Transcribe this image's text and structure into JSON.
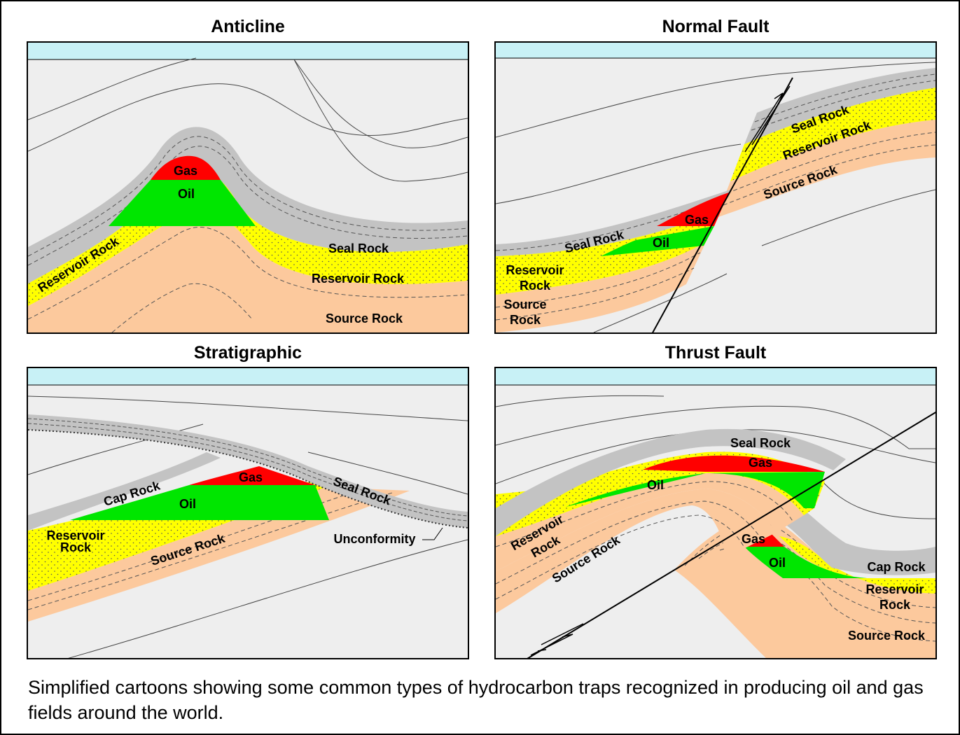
{
  "colors": {
    "water": "#c8f1f6",
    "background": "#eeeeee",
    "seal": "#c3c3c3",
    "reservoir": "#ffff00",
    "source": "#fcc99d",
    "gas": "#ff0000",
    "oil": "#00e600"
  },
  "panels": {
    "anticline": {
      "title": "Anticline",
      "labels": {
        "gas": "Gas",
        "oil": "Oil",
        "seal": "Seal Rock",
        "reservoir_left": "Reservoir Rock",
        "reservoir_right": "Reservoir Rock",
        "source": "Source Rock"
      }
    },
    "normal_fault": {
      "title": "Normal Fault",
      "labels": {
        "seal_upper": "Seal Rock",
        "reservoir_upper": "Reservoir Rock",
        "source_upper": "Source Rock",
        "gas": "Gas",
        "oil": "Oil",
        "seal_lower": "Seal Rock",
        "reservoir_lower_1": "Reservoir",
        "reservoir_lower_2": "Rock",
        "source_lower_1": "Source",
        "source_lower_2": "Rock"
      }
    },
    "stratigraphic": {
      "title": "Stratigraphic",
      "labels": {
        "cap": "Cap Rock",
        "gas": "Gas",
        "oil": "Oil",
        "seal": "Seal Rock",
        "reservoir_1": "Reservoir",
        "reservoir_2": "Rock",
        "source": "Source Rock",
        "unconformity": "Unconformity"
      }
    },
    "thrust_fault": {
      "title": "Thrust Fault",
      "labels": {
        "seal": "Seal Rock",
        "gas_upper": "Gas",
        "oil_upper": "Oil",
        "reservoir_upper_1": "Reservoir",
        "reservoir_upper_2": "Rock",
        "source_upper": "Source Rock",
        "gas_lower": "Gas",
        "oil_lower": "Oil",
        "cap": "Cap Rock",
        "reservoir_lower_1": "Reservoir",
        "reservoir_lower_2": "Rock",
        "source_lower": "Source Rock"
      }
    }
  },
  "caption": "Simplified cartoons showing some common types of hydrocarbon traps recognized in producing oil and gas fields around the world."
}
